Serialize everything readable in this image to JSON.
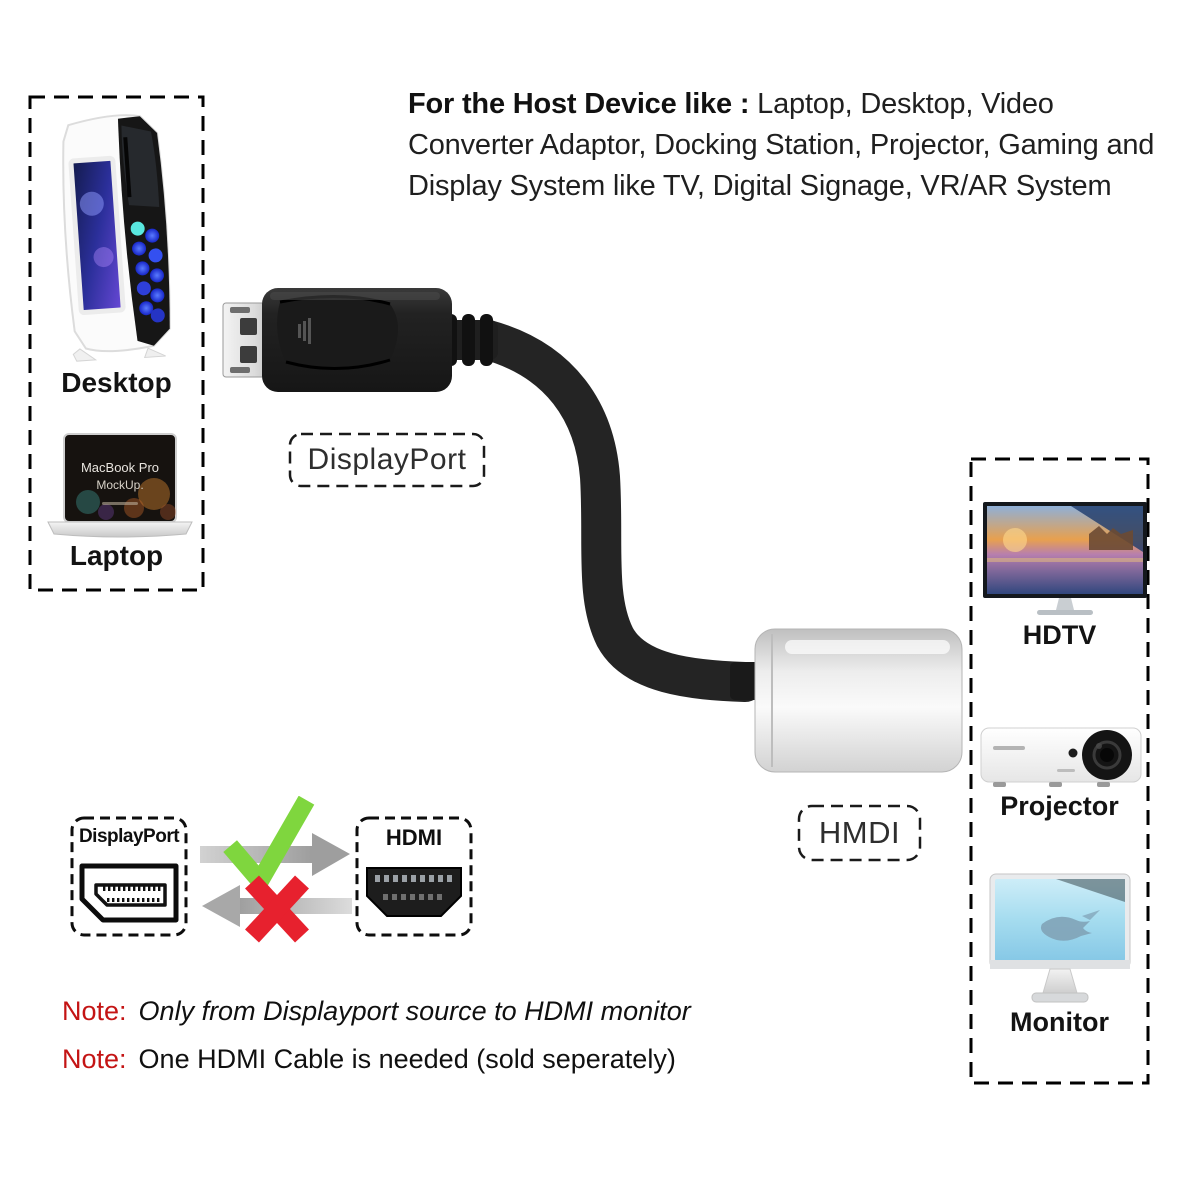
{
  "header": {
    "title_bold": "For the Host Device like :",
    "title_rest": "Laptop, Desktop, Video Converter Adaptor, Docking Station, Projector, Gaming and Display System like TV, Digital Signage, VR/AR System"
  },
  "source_panel": {
    "desktop_label": "Desktop",
    "laptop_label": "Laptop",
    "laptop_screen_title": "MacBook Pro",
    "laptop_screen_subtitle": "MockUp."
  },
  "adapter": {
    "input_label": "DisplayPort",
    "output_label": "HMDI"
  },
  "display_panel": {
    "hdtv_label": "HDTV",
    "projector_label": "Projector",
    "monitor_label": "Monitor"
  },
  "compatibility": {
    "source_label": "DisplayPort",
    "target_label": "HDMI"
  },
  "notes": {
    "note1_prefix": "Note:",
    "note1_text": "Only from Displayport source to HDMI monitor",
    "note2_prefix": "Note:",
    "note2_text": "One HDMI Cable is needed (sold seperately)"
  },
  "colors": {
    "note_red": "#c41414",
    "check_green": "#7fd63e",
    "cross_red": "#e7212e",
    "arrow_gray": "#b5b5b5",
    "cable_black": "#242424",
    "adapter_silver": "#e8e8e8"
  }
}
